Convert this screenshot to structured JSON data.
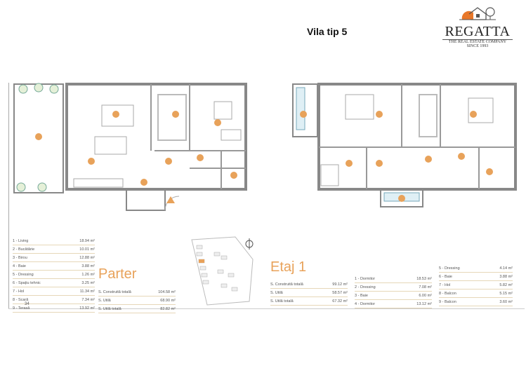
{
  "title": "Vila tip 5",
  "logo": {
    "brand": "REGATTA",
    "registered": "®",
    "tagline": "THE REAL ESTATE COMPANY",
    "since": "SINCE 1993"
  },
  "parter": {
    "heading": "Parter",
    "rooms": [
      {
        "label": "1 - Living",
        "value": "18.94 m²"
      },
      {
        "label": "2 - Bucătărie",
        "value": "10.01 m²"
      },
      {
        "label": "3 - Birou",
        "value": "12.88 m²"
      },
      {
        "label": "4 - Baie",
        "value": "3.88 m²"
      },
      {
        "label": "5 - Dressing",
        "value": "1.26 m²"
      },
      {
        "label": "6 - Spațiu tehnic",
        "value": "3.25 m²"
      },
      {
        "label": "7 - Hol",
        "value": "11.34 m²"
      },
      {
        "label": "8 - Scară",
        "value": "7.34 m²"
      },
      {
        "label": "9 - Terasă",
        "value": "13.92 m²"
      }
    ],
    "totals": [
      {
        "label": "S. Construită totală",
        "value": "104.58 m²"
      },
      {
        "label": "S. Utilă",
        "value": "68.90 m²"
      },
      {
        "label": "S. Utilă totală",
        "value": "82.82 m²"
      }
    ]
  },
  "etaj": {
    "heading": "Etaj 1",
    "totals": [
      {
        "label": "S. Construită totală",
        "value": "99.12 m²"
      },
      {
        "label": "S. Utilă",
        "value": "58.57 m²"
      },
      {
        "label": "S. Utilă totală",
        "value": "67.32 m²"
      }
    ],
    "rooms_a": [
      {
        "label": "1 - Dormitor",
        "value": "18.53 m²"
      },
      {
        "label": "2 - Dressing",
        "value": "7.08 m²"
      },
      {
        "label": "3 - Baie",
        "value": "6.00 m²"
      },
      {
        "label": "4 - Dormitor",
        "value": "13.12 m²"
      }
    ],
    "rooms_b": [
      {
        "label": "5 - Dressing",
        "value": "4.14 m²"
      },
      {
        "label": "6 - Baie",
        "value": "3.88 m²"
      },
      {
        "label": "7 - Hol",
        "value": "5.82 m²"
      },
      {
        "label": "8 - Balcon",
        "value": "5.15 m²"
      },
      {
        "label": "9 - Balcon",
        "value": "3.60 m²"
      }
    ]
  },
  "page_number": "34",
  "colors": {
    "accent": "#e8a25a",
    "wall": "#8a8a8a",
    "logo_sun": "#e8782a"
  }
}
